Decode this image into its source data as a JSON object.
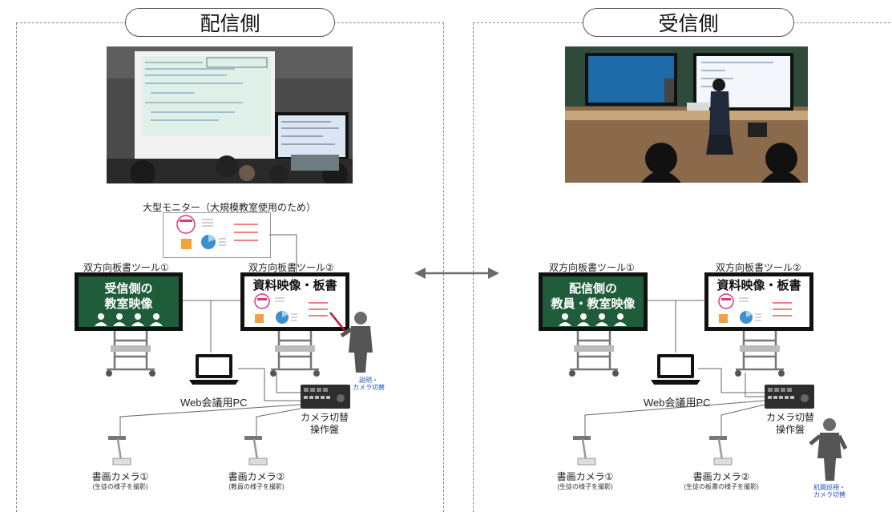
{
  "left": {
    "title": "配信側",
    "big_monitor_label": "大型モニター（大規模教室使用のため）",
    "tool1_label": "双方向板書ツール①",
    "tool2_label": "双方向板書ツール②",
    "green_screen_line1": "受信側の",
    "green_screen_line2": "教室映像",
    "white_screen_title": "資料映像・板書",
    "pc_label": "Web会議用PC",
    "switcher_label_line1": "カメラ切替",
    "switcher_label_line2": "操作盤",
    "camera1_label": "書画カメラ①",
    "camera1_sub": "(生徒の様子を撮影)",
    "camera2_label": "書画カメラ②",
    "camera2_sub": "(教員の様子を撮影)",
    "person_note_line1": "説明・",
    "person_note_line2": "カメラ切替"
  },
  "right": {
    "title": "受信側",
    "tool1_label": "双方向板書ツール①",
    "tool2_label": "双方向板書ツール②",
    "green_screen_line1": "配信側の",
    "green_screen_line2": "教員・教室映像",
    "white_screen_title": "資料映像・板書",
    "pc_label": "Web会議用PC",
    "switcher_label_line1": "カメラ切替",
    "switcher_label_line2": "操作盤",
    "camera1_label": "書画カメラ①",
    "camera1_sub": "(生徒の様子を撮影)",
    "camera2_label": "書画カメラ②",
    "camera2_sub": "(生徒の板書の様子を撮影)",
    "person_note_line1": "机間巡視・",
    "person_note_line2": "カメラ切替"
  },
  "colors": {
    "screen_green": "#1f5c3a",
    "arrow": "#6b6b6b",
    "note_blue": "#2a50b8",
    "pointer_red": "#c8102e"
  }
}
